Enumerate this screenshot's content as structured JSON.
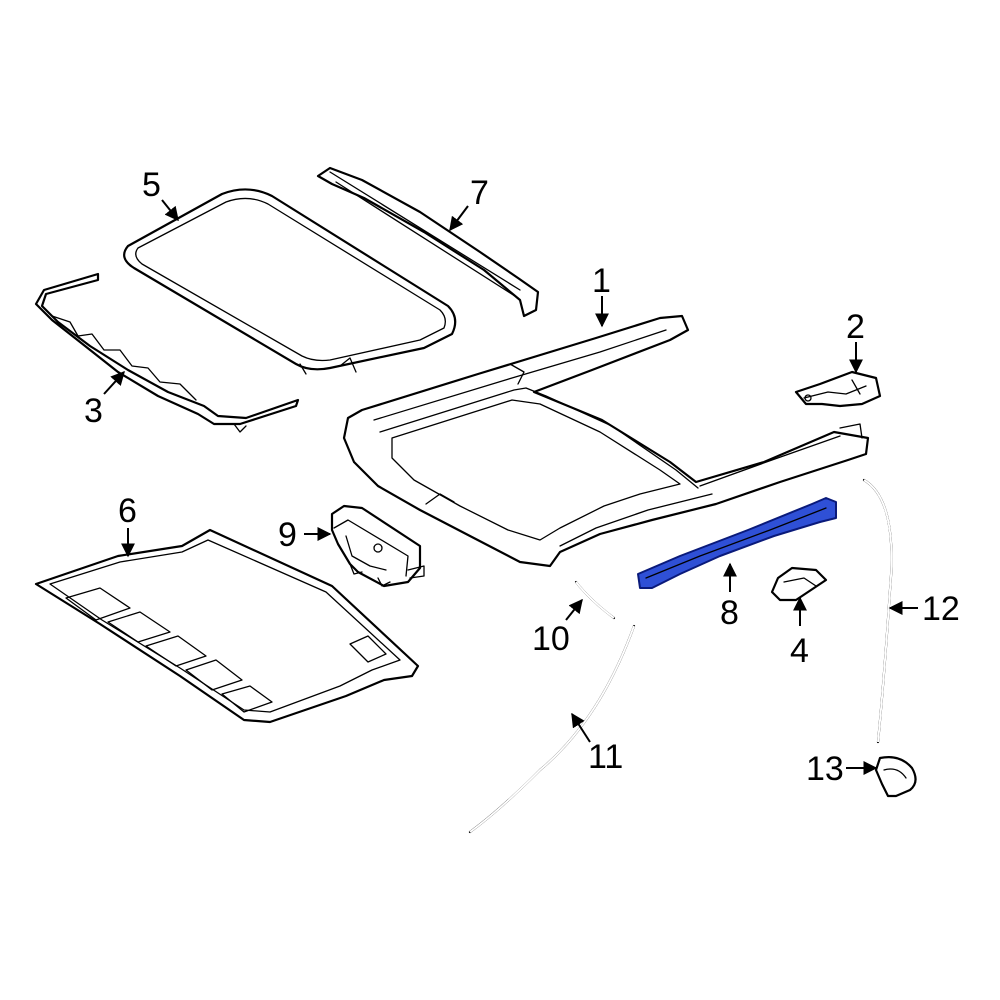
{
  "colors": {
    "line": "#000000",
    "background": "#ffffff",
    "highlight": "#2f50d6"
  },
  "callouts": [
    {
      "id": "1",
      "label": "1"
    },
    {
      "id": "2",
      "label": "2"
    },
    {
      "id": "3",
      "label": "3"
    },
    {
      "id": "4",
      "label": "4"
    },
    {
      "id": "5",
      "label": "5"
    },
    {
      "id": "6",
      "label": "6"
    },
    {
      "id": "7",
      "label": "7"
    },
    {
      "id": "8",
      "label": "8",
      "highlighted": true
    },
    {
      "id": "9",
      "label": "9"
    },
    {
      "id": "10",
      "label": "10"
    },
    {
      "id": "11",
      "label": "11"
    },
    {
      "id": "12",
      "label": "12"
    },
    {
      "id": "13",
      "label": "13"
    }
  ]
}
